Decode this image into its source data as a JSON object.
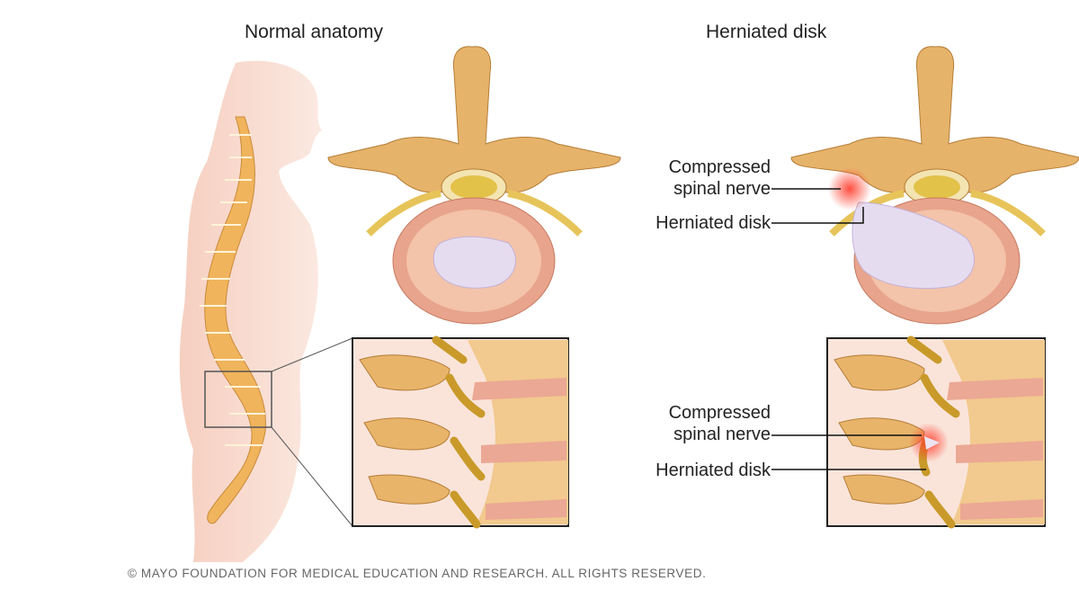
{
  "titles": {
    "normal": "Normal anatomy",
    "herniated": "Herniated disk"
  },
  "labels": {
    "top_compressed_nerve": [
      "Compressed",
      "spinal nerve"
    ],
    "top_herniated_disk": "Herniated disk",
    "bottom_compressed_nerve": [
      "Compressed",
      "spinal nerve"
    ],
    "bottom_herniated_disk": "Herniated disk"
  },
  "copyright": "© MAYO FOUNDATION FOR MEDICAL EDUCATION AND RESEARCH. ALL RIGHTS RESERVED.",
  "colors": {
    "bone": "#e6b36a",
    "disk": "#e8a48c",
    "nucleus": "#e6dcf0",
    "nerve": "#d9a928",
    "skin": "#f8ddd0",
    "inflammation": "#f04a3a"
  }
}
